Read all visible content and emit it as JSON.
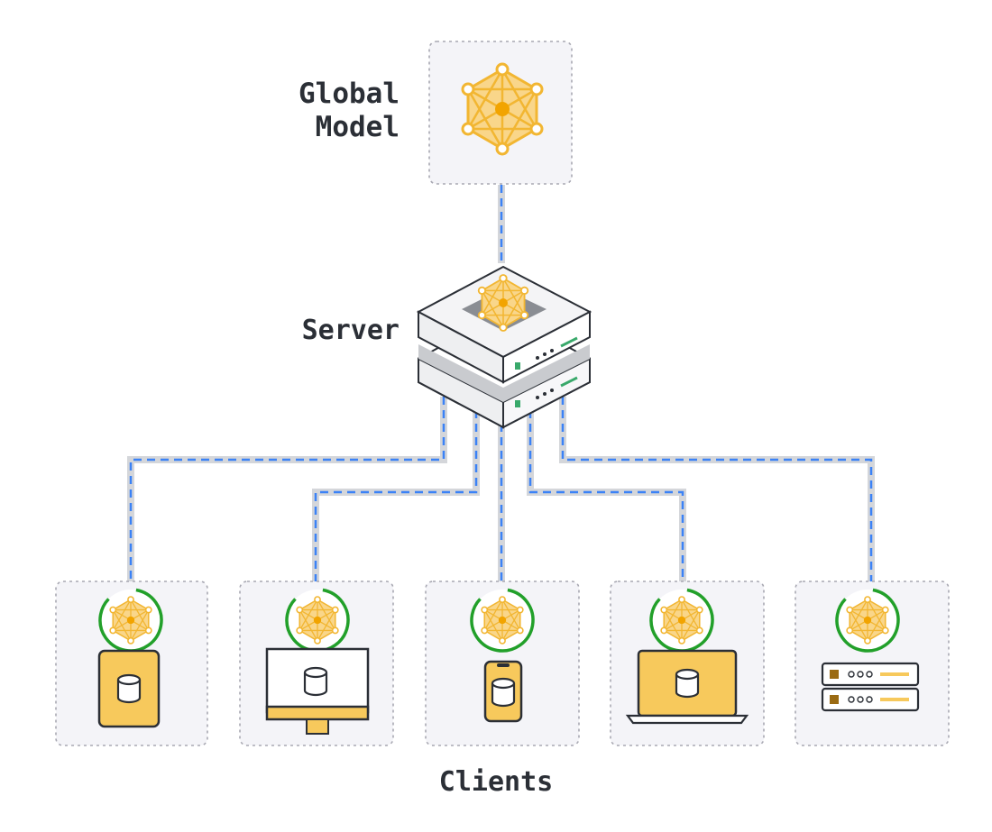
{
  "labels": {
    "global_model": "Global\nModel",
    "server": "Server",
    "clients": "Clients"
  },
  "colors": {
    "box_fill": "#f4f4f8",
    "box_border": "#a8a8b2",
    "link_blue": "#3b82f6",
    "link_gray": "#d4d6da",
    "node_gold": "#f2b632",
    "node_fill": "#f9d68a",
    "ring_green": "#22a02a",
    "device_yellow": "#f7c95c",
    "server_white": "#fafafa",
    "server_gray": "#c9cbcf",
    "led_green": "#39a96b"
  },
  "clients": [
    {
      "device": "tablet-icon"
    },
    {
      "device": "desktop-monitor-icon"
    },
    {
      "device": "smartphone-icon"
    },
    {
      "device": "laptop-icon"
    },
    {
      "device": "server-rack-icon"
    }
  ]
}
